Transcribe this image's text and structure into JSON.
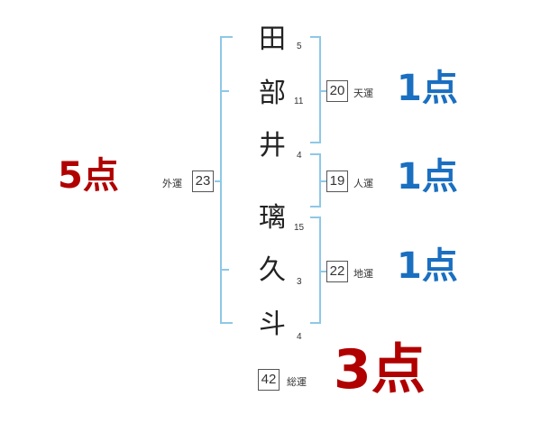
{
  "colors": {
    "bracket": "#8ec8e6",
    "blue_score": "#1a6fc0",
    "red_score": "#b00000"
  },
  "characters": [
    {
      "char": "田",
      "strokes": "5"
    },
    {
      "char": "部",
      "strokes": "11"
    },
    {
      "char": "井",
      "strokes": "4"
    },
    {
      "char": "璃",
      "strokes": "15"
    },
    {
      "char": "久",
      "strokes": "3"
    },
    {
      "char": "斗",
      "strokes": "4"
    }
  ],
  "tenkaku": {
    "value": "20",
    "label": "天運",
    "score": "1点"
  },
  "jinkaku": {
    "value": "19",
    "label": "人運",
    "score": "1点"
  },
  "chikaku": {
    "value": "22",
    "label": "地運",
    "score": "1点"
  },
  "gaikaku": {
    "value": "23",
    "label": "外運",
    "score": "5点"
  },
  "soukaku": {
    "value": "42",
    "label": "総運",
    "score": "3点"
  }
}
